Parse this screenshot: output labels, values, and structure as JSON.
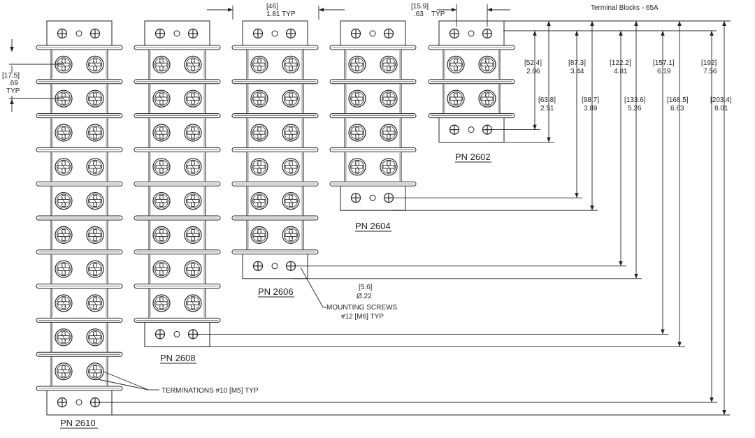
{
  "title": "Terminal Blocks - 65A",
  "blocks": [
    {
      "pn": "PN 2610",
      "positions": 10
    },
    {
      "pn": "PN 2608",
      "positions": 8
    },
    {
      "pn": "PN 2606",
      "positions": 6
    },
    {
      "pn": "PN 2604",
      "positions": 4
    },
    {
      "pn": "PN 2602",
      "positions": 2
    }
  ],
  "pitch_dim": {
    "mm": "[17.5]",
    "in": ".69",
    "note": "TYP"
  },
  "width_dim": {
    "mm": "[46]",
    "in": "1.81 TYP"
  },
  "hole_offset_dim": {
    "mm": "[15.9]",
    "in": ".63",
    "note": "TYP"
  },
  "height_dims": [
    {
      "mm": "[52.4]",
      "in": "2.06"
    },
    {
      "mm": "[63.8]",
      "in": "2.51"
    },
    {
      "mm": "[87.3]",
      "in": "3.44"
    },
    {
      "mm": "[98.7]",
      "in": "3.89"
    },
    {
      "mm": "[122.2]",
      "in": "4.81"
    },
    {
      "mm": "[133.6]",
      "in": "5.26"
    },
    {
      "mm": "[157.1]",
      "in": "6.19"
    },
    {
      "mm": "[168.5]",
      "in": "6.63"
    },
    {
      "mm": "[192]",
      "in": "7.56"
    },
    {
      "mm": "[203.4]",
      "in": "8.01"
    }
  ],
  "mounting_note": {
    "mm": "[5.6]",
    "dia": "Ø.22",
    "line1": "MOUNTING SCREWS",
    "line2": "#12 [M6] TYP"
  },
  "terminations_note": "TERMINATIONS #10 [M5] TYP"
}
